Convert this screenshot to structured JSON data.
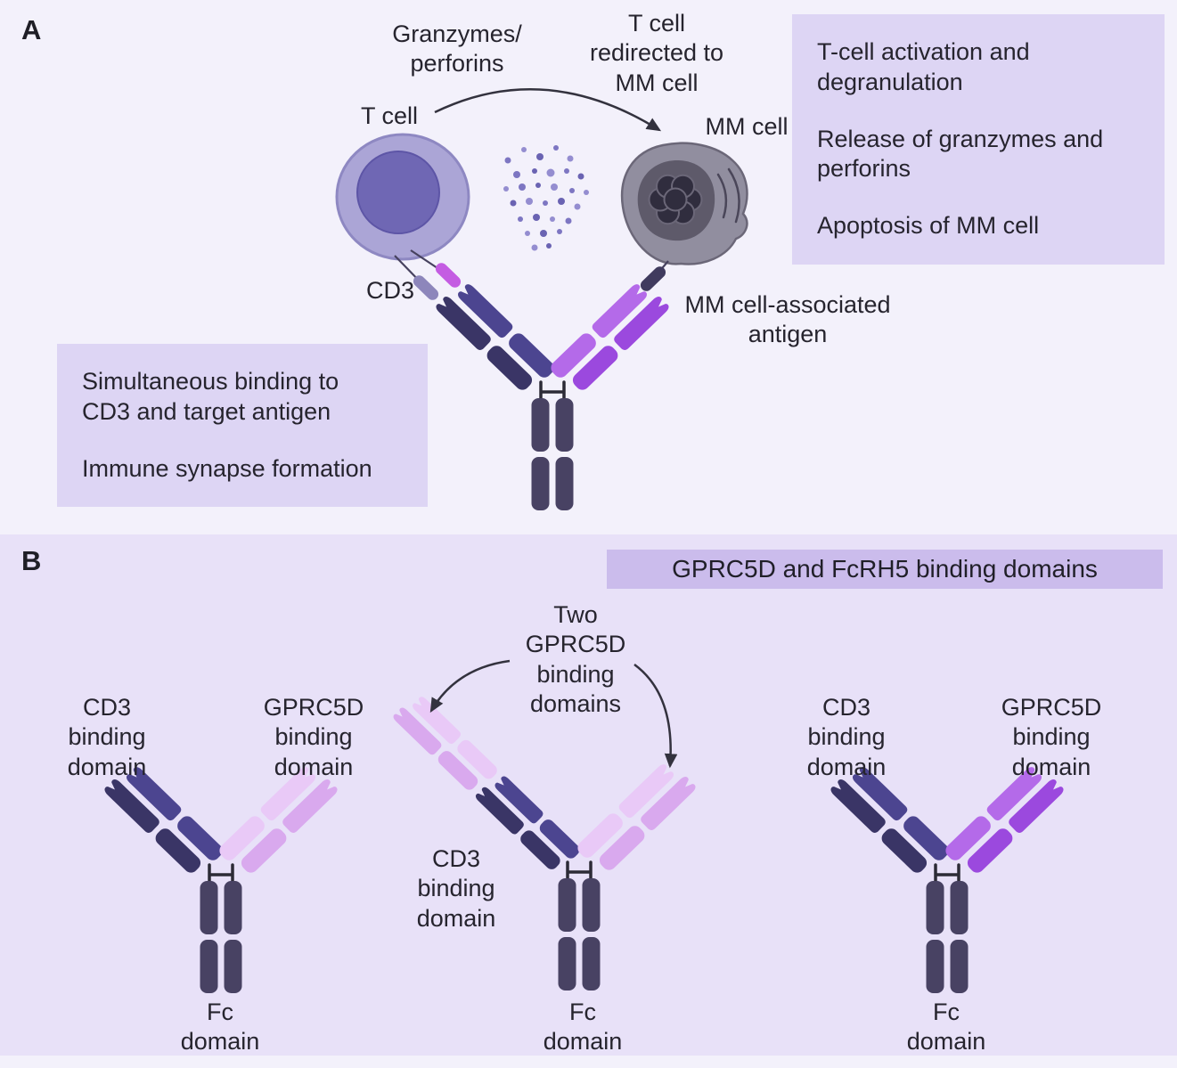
{
  "colors": {
    "panel_a_bg": "#f3f1fb",
    "panel_b_bg": "#e8e1f8",
    "info_box_bg": "#ddd5f4",
    "header_bar_bg": "#cbbcec",
    "navy_outer": "#3a3566",
    "navy_inner": "#4c4590",
    "purple_outer": "#9b49de",
    "purple_inner": "#b46ae9",
    "orchid_outer": "#d9a9ee",
    "orchid_inner": "#e9c9f7",
    "fc_stem": "#484263",
    "t_cell_body": "#aba5d6",
    "t_cell_nucleus": "#6f67b4",
    "mm_cell_body": "#918e9f",
    "mm_cell_inner": "#5e5a6a",
    "mm_cell_nucleus": "#302d3e",
    "cd3_capsule_gray": "#8d86bb",
    "cd3_capsule_magenta": "#c45ce2",
    "antigen_capsule": "#403b5e",
    "arrow": "#33323e",
    "text": "#26242e"
  },
  "panel_a": {
    "label": "A",
    "labels": {
      "granzymes": "Granzymes/\nperforins",
      "redirect": "T cell\nredirected to\nMM cell",
      "t_cell": "T cell",
      "mm_cell": "MM cell",
      "cd3": "CD3",
      "antigen": "MM cell-associated\nantigen"
    },
    "left_box": {
      "lines": [
        "Simultaneous binding to\nCD3 and target antigen",
        "Immune synapse formation"
      ]
    },
    "right_box": {
      "lines": [
        "T-cell activation and\ndegranulation",
        "Release of granzymes and\nperforins",
        "Apoptosis of MM cell"
      ]
    }
  },
  "panel_b": {
    "label": "B",
    "header": "GPRC5D and FcRH5 binding domains",
    "antibody1": {
      "left_label": "CD3\nbinding\ndomain",
      "right_label": "GPRC5D\nbinding\ndomain",
      "fc_label": "Fc\ndomain"
    },
    "antibody2": {
      "top_label": "Two\nGPRC5D\nbinding\ndomains",
      "left_label": "CD3\nbinding\ndomain",
      "fc_label": "Fc\ndomain"
    },
    "antibody3": {
      "left_label": "CD3\nbinding\ndomain",
      "right_label": "GPRC5D\nbinding\ndomain",
      "fc_label": "Fc\ndomain"
    }
  }
}
